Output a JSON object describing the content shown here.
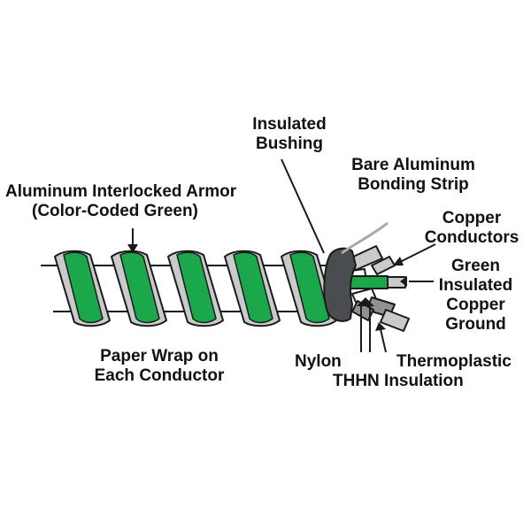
{
  "colors": {
    "armor_green": "#1aa84a",
    "armor_gray": "#c8cacb",
    "outline": "#1a1a1a",
    "bushing": "#4a4d50",
    "bonding_strip": "#a8a8a8",
    "background": "#ffffff"
  },
  "labels": {
    "armor": [
      "Aluminum Interlocked Armor",
      "(Color-Coded Green)"
    ],
    "bushing": [
      "Insulated",
      "Bushing"
    ],
    "bonding_strip": [
      "Bare Aluminum",
      "Bonding Strip"
    ],
    "copper_conductors": [
      "Copper",
      "Conductors"
    ],
    "green_ground": [
      "Green",
      "Insulated",
      "Copper",
      "Ground"
    ],
    "paper_wrap": [
      "Paper Wrap on",
      "Each Conductor"
    ],
    "nylon": [
      "Nylon"
    ],
    "thhn": [
      "Thermoplastic",
      "THHN Insulation"
    ]
  }
}
